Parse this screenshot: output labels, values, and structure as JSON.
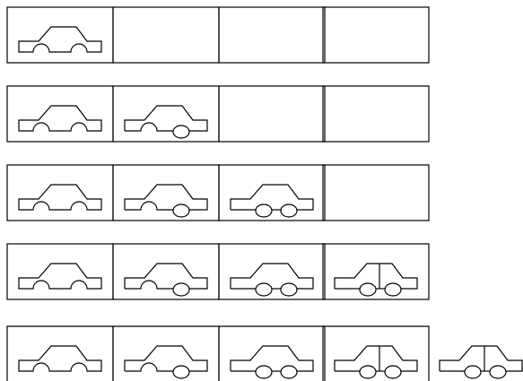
{
  "diagram": {
    "stages": [
      {
        "cells": [
          "car-no-wheels",
          "empty",
          "empty",
          "empty"
        ],
        "clipped": false
      },
      {
        "cells": [
          "car-no-wheels",
          "car-one-wheel",
          "empty",
          "empty"
        ],
        "clipped": false
      },
      {
        "cells": [
          "car-no-wheels",
          "car-one-wheel",
          "car-two-wheels",
          "empty"
        ],
        "clipped": false
      },
      {
        "cells": [
          "car-no-wheels",
          "car-one-wheel",
          "car-two-wheels",
          "car-two-wheels-pillar"
        ],
        "clipped": false
      },
      {
        "cells": [
          "car-no-wheels",
          "car-one-wheel",
          "car-two-wheels",
          "car-two-wheels-pillar"
        ],
        "clipped": true,
        "extra": "car-two-wheels-pillar-detached"
      }
    ],
    "stroke_color": "#000000",
    "background_color": "#ffffff"
  }
}
